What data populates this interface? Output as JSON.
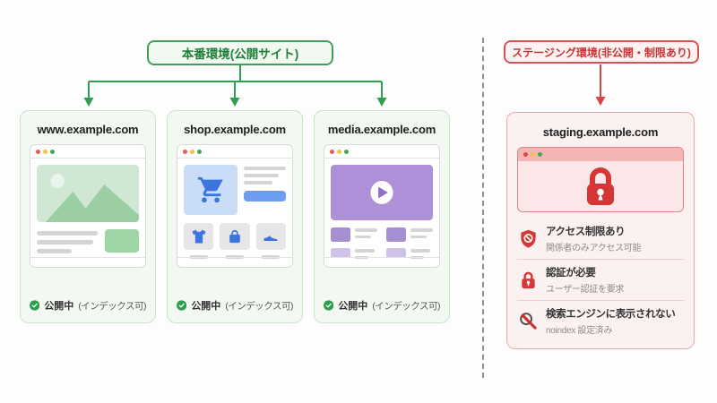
{
  "production": {
    "label": "本番環境(公開サイト)",
    "accent_color": "#2e9e50",
    "sites": [
      {
        "domain": "www.example.com",
        "illustration": "image-blog-site"
      },
      {
        "domain": "shop.example.com",
        "illustration": "ecommerce-site"
      },
      {
        "domain": "media.example.com",
        "illustration": "video-media-site"
      }
    ],
    "status": {
      "main": "公開中",
      "sub": "(インデックス可)"
    }
  },
  "staging": {
    "label": "ステージング環境(非公開・制限あり)",
    "accent_color": "#d64545",
    "site": {
      "domain": "staging.example.com",
      "illustration": "locked-site"
    },
    "features": [
      {
        "icon": "shield-block-icon",
        "title": "アクセス制限あり",
        "subtitle": "関係者のみアクセス可能"
      },
      {
        "icon": "lock-icon",
        "title": "認証が必要",
        "subtitle": "ユーザー認証を要求"
      },
      {
        "icon": "no-search-icon",
        "title": "検索エンジンに表示されない",
        "subtitle": "noindex 設定済み"
      }
    ]
  }
}
